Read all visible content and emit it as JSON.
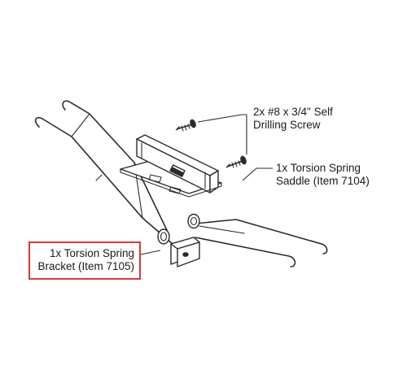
{
  "callouts": {
    "screws": {
      "line1": "2x #8 x 3/4\" Self",
      "line2": "Drilling Screw"
    },
    "saddle": {
      "line1": "1x Torsion Spring",
      "line2": "Saddle (Item 7104)"
    },
    "bracket": {
      "line1": "1x Torsion Spring",
      "line2": "Bracket (Item 7105)"
    }
  },
  "colors": {
    "highlight_box": "#d9383a",
    "line_art": "#2b2b2b",
    "background": "#ffffff"
  }
}
